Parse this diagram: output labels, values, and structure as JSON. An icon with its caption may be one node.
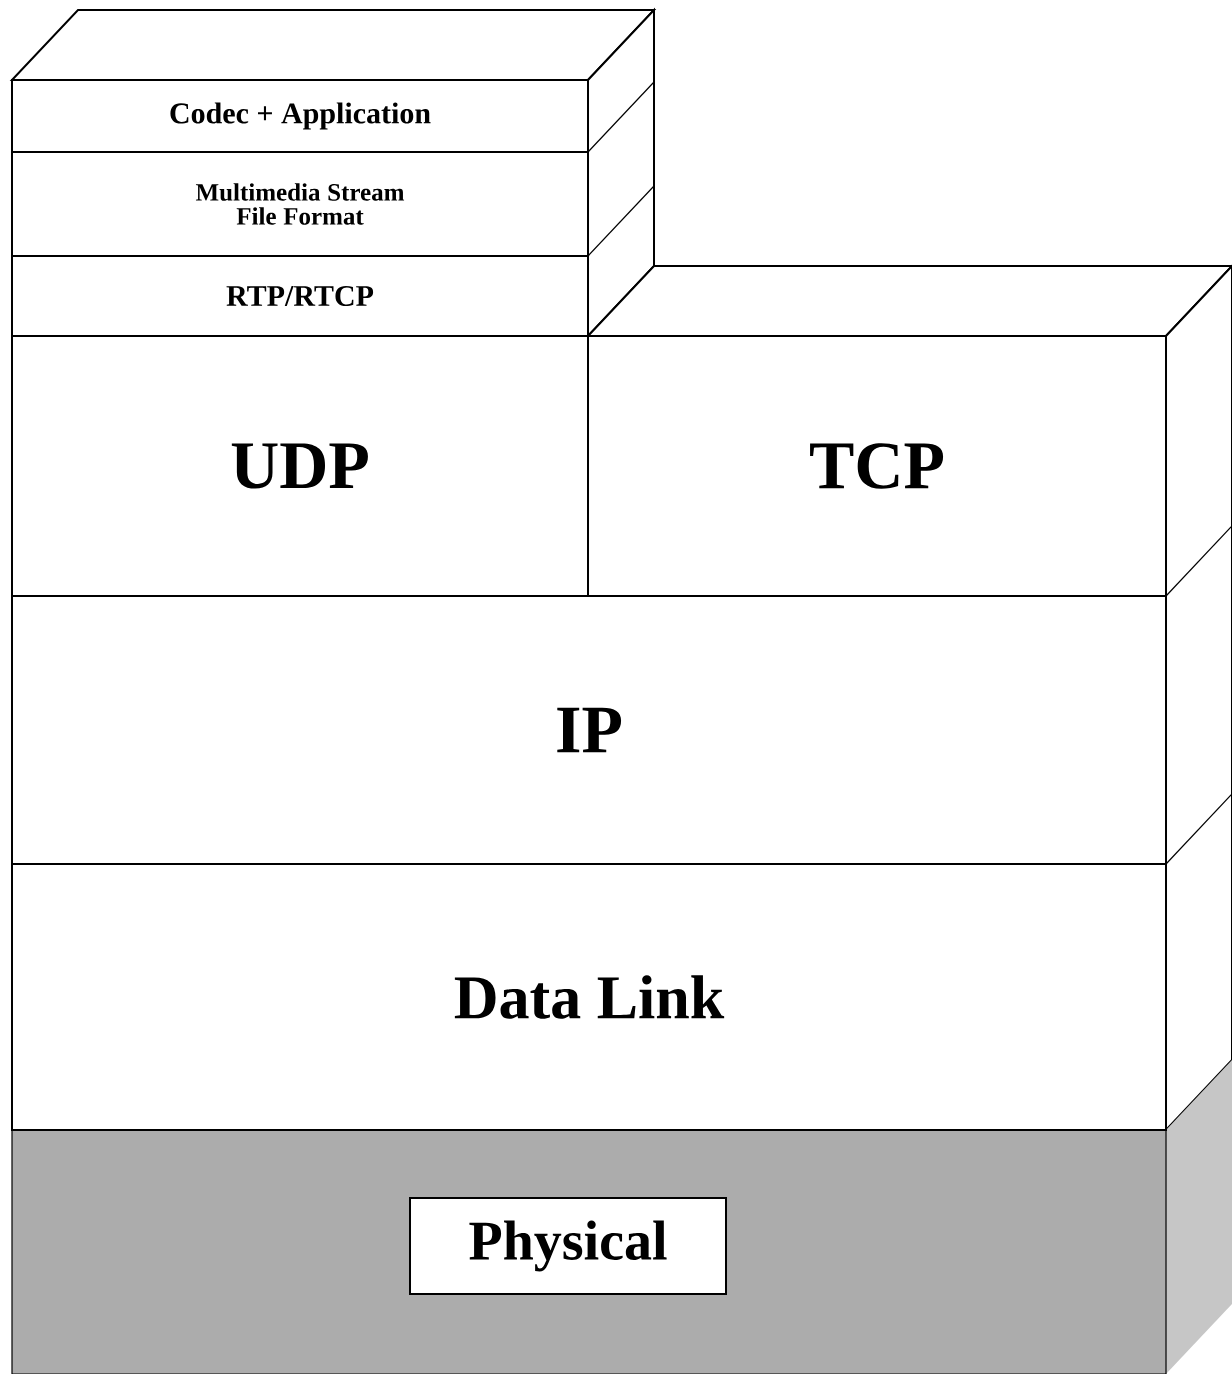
{
  "diagram": {
    "nodes": [
      {
        "text": [
          "Codec + Application"
        ]
      },
      {
        "text": [
          "Multimedia Stream File Format"
        ]
      },
      {
        "text": [
          "RTP/RTCP"
        ]
      },
      {
        "text": [
          "UDP"
        ]
      },
      {
        "text": [
          "TCP"
        ]
      },
      {
        "text": [
          "IP"
        ]
      },
      {
        "text": [
          "Data Link"
        ]
      },
      {
        "text": [
          "Physical"
        ]
      }
    ]
  }
}
